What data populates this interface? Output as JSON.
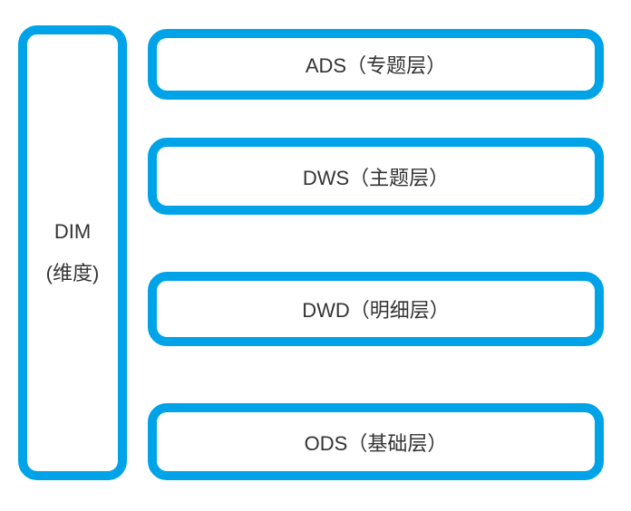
{
  "diagram": {
    "title": "data-warehouse-layers",
    "colors": {
      "accent": "#00A3E8",
      "text": "#333333",
      "background": "#ffffff"
    },
    "dim_box": {
      "line1": "DIM",
      "line2": "(维度)"
    },
    "layers": [
      {
        "id": "ads",
        "label": "ADS（专题层）"
      },
      {
        "id": "dws",
        "label": "DWS（主题层）"
      },
      {
        "id": "dwd",
        "label": "DWD（明细层）"
      },
      {
        "id": "ods",
        "label": "ODS（基础层）"
      }
    ]
  }
}
